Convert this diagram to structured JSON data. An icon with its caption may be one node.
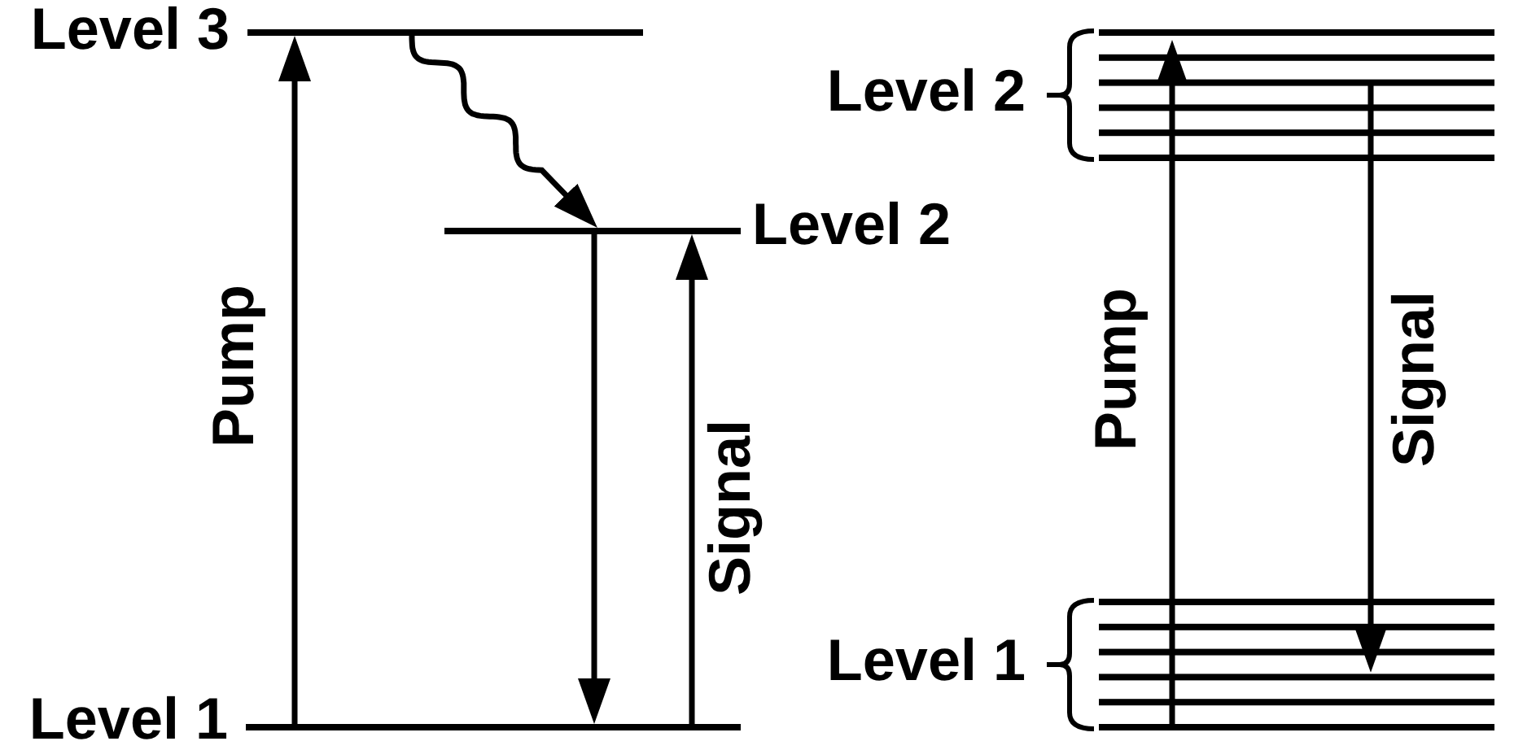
{
  "diagram": {
    "nodes": [
      {
        "text": [],
        "shape": "line",
        "beside": [
          "Level 3"
        ]
      },
      {
        "text": [],
        "shape": "line",
        "beside": [
          "Level 2"
        ]
      },
      {
        "text": [],
        "shape": "line",
        "beside": [
          "Level 1"
        ]
      },
      {
        "text": [],
        "shape": "band",
        "beside": [
          "Level 2"
        ]
      },
      {
        "text": [],
        "shape": "band",
        "beside": [
          "Level 1"
        ]
      }
    ],
    "edges": [
      {
        "from": 2,
        "to": 0,
        "arrow": "to",
        "label": "Pump"
      },
      {
        "from": 0,
        "to": 1,
        "arrow": "to"
      },
      {
        "from": 1,
        "to": 2,
        "arrow": "to"
      },
      {
        "from": 2,
        "to": 1,
        "arrow": "to",
        "label": "Signal"
      },
      {
        "from": 4,
        "to": 3,
        "arrow": "to",
        "label": "Pump"
      },
      {
        "from": 3,
        "to": 4,
        "arrow": "to",
        "label": "Signal"
      }
    ]
  }
}
